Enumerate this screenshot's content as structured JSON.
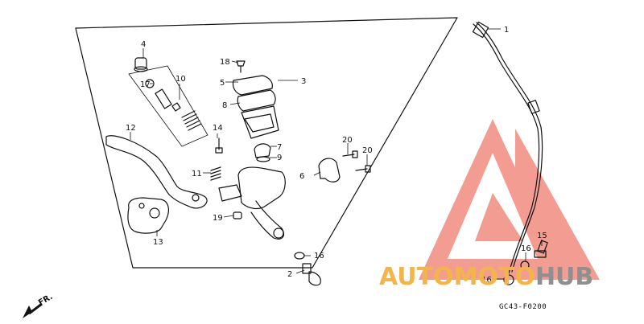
{
  "callouts": [
    {
      "id": "1",
      "text": "1"
    },
    {
      "id": "2",
      "text": "2"
    },
    {
      "id": "3",
      "text": "3"
    },
    {
      "id": "4",
      "text": "4"
    },
    {
      "id": "5",
      "text": "5"
    },
    {
      "id": "6",
      "text": "6"
    },
    {
      "id": "7",
      "text": "7"
    },
    {
      "id": "8",
      "text": "8"
    },
    {
      "id": "9",
      "text": "9"
    },
    {
      "id": "10",
      "text": "10"
    },
    {
      "id": "11",
      "text": "11"
    },
    {
      "id": "12",
      "text": "12"
    },
    {
      "id": "13",
      "text": "13"
    },
    {
      "id": "14",
      "text": "14"
    },
    {
      "id": "15",
      "text": "15"
    },
    {
      "id": "16a",
      "text": "16"
    },
    {
      "id": "16b",
      "text": "16"
    },
    {
      "id": "16c",
      "text": "16"
    },
    {
      "id": "17",
      "text": "17"
    },
    {
      "id": "18",
      "text": "18"
    },
    {
      "id": "19",
      "text": "19"
    },
    {
      "id": "20a",
      "text": "20"
    },
    {
      "id": "20b",
      "text": "20"
    }
  ],
  "direction_label": "FR.",
  "diagram_code": "GC43-F0200",
  "watermark": {
    "brand_part1": "AUTOMOTO",
    "brand_part2": "HUB",
    "color_primary": "#f2b54a",
    "color_secondary": "#8f8f8f",
    "triangle_color": "#f28c80"
  }
}
